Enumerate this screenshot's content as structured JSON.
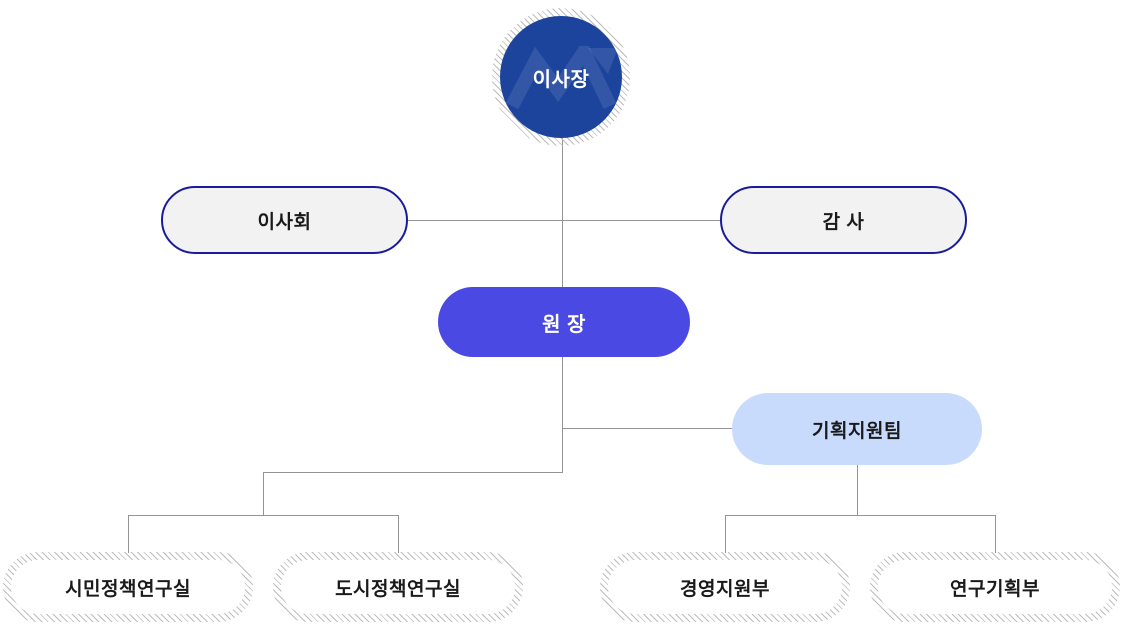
{
  "chart_title": "organization-chart",
  "colors": {
    "chairman_bg": "#1c449c",
    "president_bg": "#4b49e3",
    "team_bg": "#c8dbfd",
    "pill_border": "#191b9b",
    "pill_bg": "#f2f2f2",
    "line": "#949494",
    "hatch": "#bdbdbd",
    "text_dark": "#1a1a1a",
    "text_light": "#ffffff"
  },
  "nodes": {
    "chairman": {
      "label": "이사장"
    },
    "board": {
      "label": "이사회"
    },
    "auditor": {
      "label": "감 사"
    },
    "president": {
      "label": "원 장"
    },
    "planning_team": {
      "label": "기획지원팀"
    },
    "dept_citizen_policy": {
      "label": "시민정책연구실"
    },
    "dept_urban_policy": {
      "label": "도시정책연구실"
    },
    "dept_management_support": {
      "label": "경영지원부"
    },
    "dept_research_planning": {
      "label": "연구기획부"
    }
  }
}
